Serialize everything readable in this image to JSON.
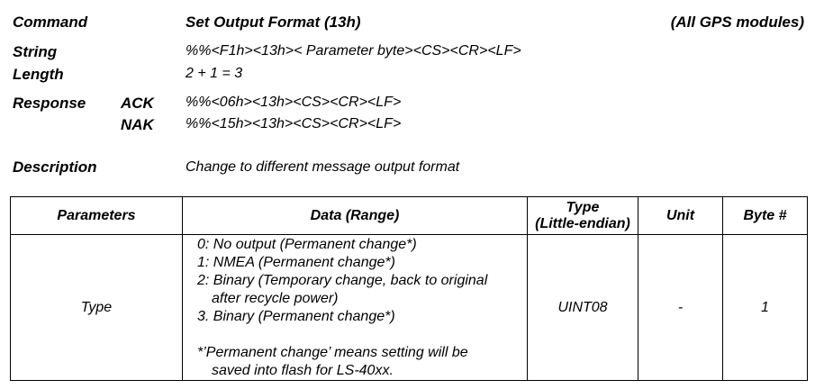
{
  "header": {
    "command_label": "Command",
    "command_value": "Set Output Format (13h)",
    "scope": "(All GPS modules)"
  },
  "string": {
    "label": "String",
    "value": "%%<F1h><13h>< Parameter byte><CS><CR><LF>"
  },
  "length": {
    "label": "Length",
    "value": "2 + 1 = 3"
  },
  "response": {
    "label": "Response",
    "ack_label": "ACK",
    "ack_value": "%%<06h><13h><CS><CR><LF>",
    "nak_label": "NAK",
    "nak_value": "%%<15h><13h><CS><CR><LF>"
  },
  "description": {
    "label": "Description",
    "value": "Change to different message output format"
  },
  "table": {
    "headers": {
      "parameters": "Parameters",
      "data_range": "Data (Range)",
      "type_line1": "Type",
      "type_line2": "(Little-endian)",
      "unit": "Unit",
      "byte": "Byte #"
    },
    "row": {
      "parameter": "Type",
      "data_lines": [
        "0: No output  (Permanent change*)",
        "1: NMEA (Permanent change*)",
        "2: Binary (Temporary change, back to original",
        "after recycle power)",
        "3. Binary (Permanent change*)",
        "*’Permanent change’ means setting will be",
        "saved into flash for LS-40xx."
      ],
      "type": "UINT08",
      "unit": "-",
      "byte": "1"
    }
  }
}
